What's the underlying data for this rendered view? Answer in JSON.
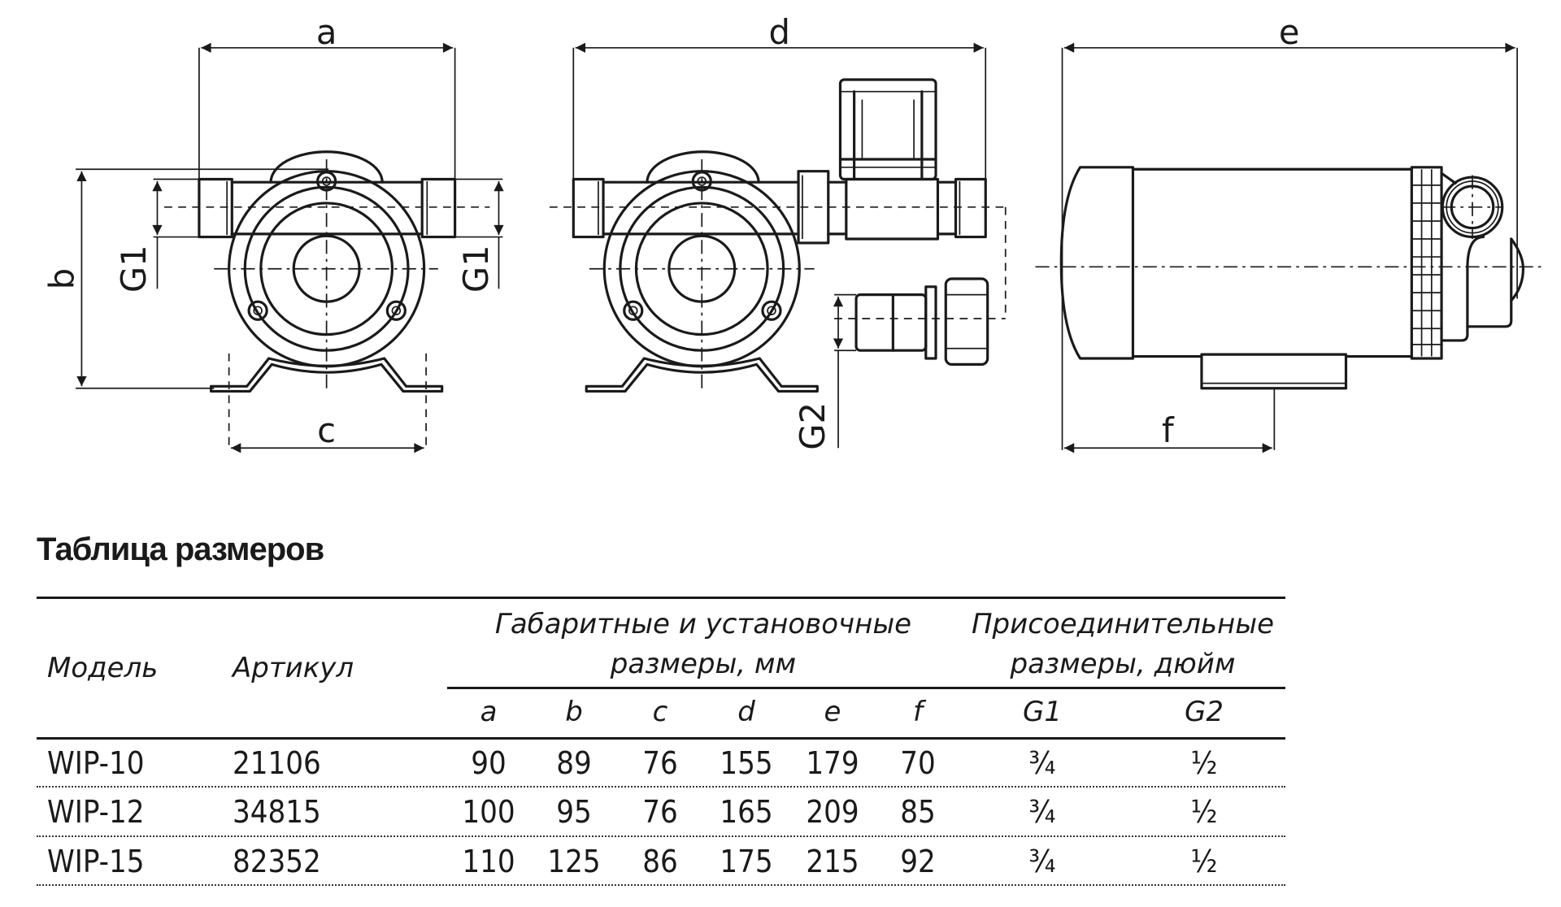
{
  "drawing": {
    "dimension_labels": {
      "a": "a",
      "b": "b",
      "c": "c",
      "d": "d",
      "e": "e",
      "f": "f",
      "g1_left": "G1",
      "g1_right": "G1",
      "g2": "G2"
    }
  },
  "table": {
    "title": "Таблица размеров",
    "headers": {
      "model": "Модель",
      "article": "Артикул",
      "overall_group_line1": "Габаритные и установочные",
      "overall_group_line2": "размеры, мм",
      "connection_group_line1": "Присоединительные",
      "connection_group_line2": "размеры, дюйм",
      "columns": [
        "a",
        "b",
        "c",
        "d",
        "e",
        "f",
        "G1",
        "G2"
      ]
    },
    "rows": [
      {
        "model": "WIP-10",
        "article": "21106",
        "a": "90",
        "b": "89",
        "c": "76",
        "d": "155",
        "e": "179",
        "f": "70",
        "g1": "¾",
        "g2": "½"
      },
      {
        "model": "WIP-12",
        "article": "34815",
        "a": "100",
        "b": "95",
        "c": "76",
        "d": "165",
        "e": "209",
        "f": "85",
        "g1": "¾",
        "g2": "½"
      },
      {
        "model": "WIP-15",
        "article": "82352",
        "a": "110",
        "b": "125",
        "c": "86",
        "d": "175",
        "e": "215",
        "f": "92",
        "g1": "¾",
        "g2": "½"
      }
    ]
  }
}
